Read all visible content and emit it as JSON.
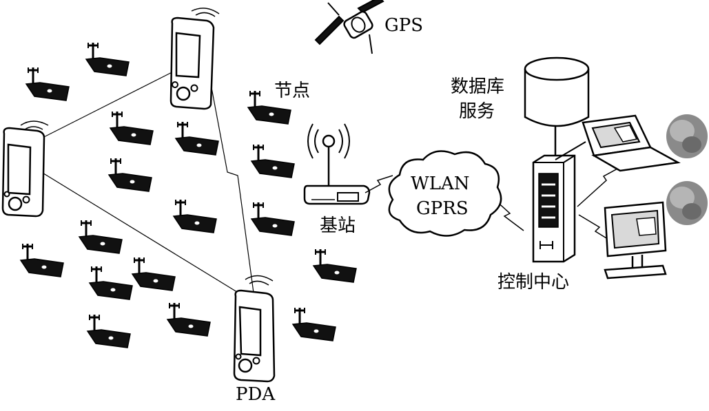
{
  "labels": {
    "gps": "GPS",
    "node": "节点",
    "database_line1": "数据库",
    "database_line2": "服务",
    "wlan": "WLAN",
    "gprs": "GPRS",
    "base_station": "基站",
    "control_center": "控制中心",
    "pda": "PDA"
  },
  "icons": {
    "pda": "pda-device-icon",
    "sensor_node": "sensor-node-icon",
    "satellite": "gps-satellite-icon",
    "base_station": "base-station-icon",
    "cloud": "network-cloud-icon",
    "database": "database-cylinder-icon",
    "server": "server-tower-icon",
    "laptop": "laptop-icon",
    "monitor": "monitor-icon",
    "user": "user-avatar-icon"
  },
  "colors": {
    "ink": "#000000",
    "device_fill": "#ffffff",
    "node_fill": "#111111",
    "screen_gray": "#d9d9d9",
    "avatar_gray": "#888888"
  }
}
